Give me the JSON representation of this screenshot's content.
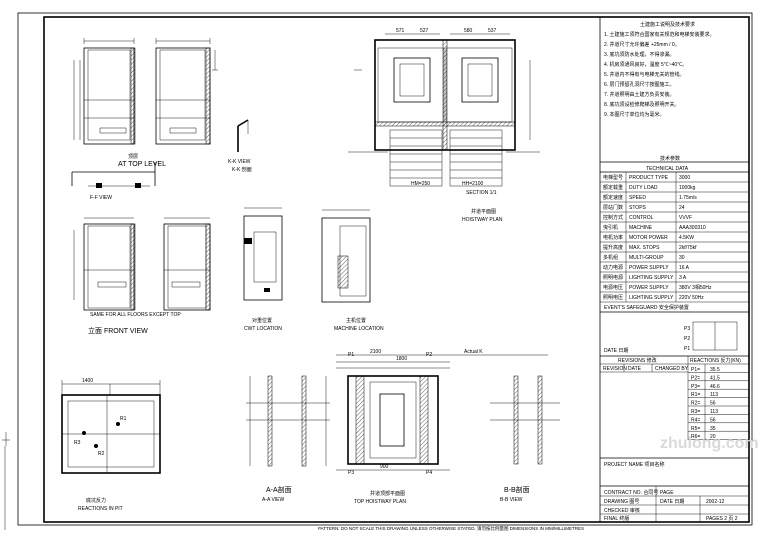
{
  "views": {
    "at_top_level": "AT TOP LEVEL",
    "kk_view": "K-K VIEW",
    "kk_cn": "K-K 剖面",
    "ff_view": "F-F VIEW",
    "front_view": "立面 FRONT VIEW",
    "front_note": "SAME FOR ALL FLOORS EXCEPT TOP",
    "cwt_location": "CWT LOCATION",
    "cwt_cn": "对重位置",
    "machine_location": "MACHINE LOCATION",
    "machine_cn": "主机位置",
    "hoistway_plan": "HOISTWAY PLAN",
    "hoistway_cn": "井道平面图",
    "reactions_pit": "REACTIONS IN PIT",
    "reactions_pit_cn": "底坑反力",
    "aa_view": "A-A VIEW",
    "aa_cn": "A-A剖面",
    "top_hoistway_plan": "TOP HOISTWAY PLAN",
    "top_hoistway_cn": "井道顶部平面图",
    "bb_view": "B-B VIEW",
    "bb_cn": "B-B剖面",
    "shaft_section": "SECTION 1/1",
    "hoist_hm": "HM=250",
    "hoist_hh": "HH=2100"
  },
  "dimensions": {
    "d1": "571",
    "d2": "527",
    "d3": "580",
    "d4": "537",
    "d5": "2100",
    "d6": "1800",
    "d7": "900",
    "pit": "1400",
    "actual_k": "Actual K",
    "r1": "R1",
    "r2": "R2",
    "r3": "R3",
    "p1": "P1",
    "p2": "P2",
    "p3": "P3",
    "p4": "P4"
  },
  "notes": {
    "title": "土建施工说明及技术要求",
    "line_1": "1. 土建施工须符合国家有关规范和电梯安装要求。",
    "line_2": "2. 井道尺寸允许偏差 +25mm / 0。",
    "line_3": "3. 底坑须防水处理，不得渗漏。",
    "line_4": "4. 机房须通风良好，温度 5℃~40℃。",
    "line_5": "5. 井道内不得有与电梯无关的管线。",
    "line_6": "6. 层门预留孔洞尺寸按图施工。",
    "line_7": "7. 井道照明由土建方负责安装。",
    "line_8": "8. 底坑须设检修爬梯及照明开关。",
    "line_9": "9. 本图尺寸单位均为毫米。"
  },
  "spec_table": {
    "title": "技术参数",
    "title_en": "TECHNICAL DATA",
    "rows": [
      {
        "cn": "电梯型号",
        "en": "PRODUCT TYPE",
        "val": "3000"
      },
      {
        "cn": "额定载重",
        "en": "DUTY LOAD",
        "val": "1000kg"
      },
      {
        "cn": "额定速度",
        "en": "SPEED",
        "val": "1.75m/s"
      },
      {
        "cn": "层站门数",
        "en": "STOPS",
        "val": "24"
      },
      {
        "cn": "控制方式",
        "en": "CONTROL",
        "val": "VVVF"
      },
      {
        "cn": "曳引机",
        "en": "MACHINE",
        "val": "AAA300310"
      },
      {
        "cn": "电机功率",
        "en": "MOTOR POWER",
        "val": "4.5KW"
      },
      {
        "cn": "提升高度",
        "en": "MAX. STOPS",
        "val": "2kf/75kf"
      },
      {
        "cn": "多机组",
        "en": "MULTI-GROUP",
        "val": "30"
      },
      {
        "cn": "动力电源",
        "en": "POWER SUPPLY",
        "val": "16 A"
      },
      {
        "cn": "照明电源",
        "en": "LIGHTING SUPPLY",
        "val": "3 A"
      },
      {
        "cn": "电源电压",
        "en": "POWER SUPPLY",
        "val": "380V 3相50Hz"
      },
      {
        "cn": "照明电压",
        "en": "LIGHTING SUPPLY",
        "val": "220V 50Hz"
      }
    ],
    "footnote": "EVENT'S SAFEGUARD 安全保护装置"
  },
  "reactions": {
    "header_a": "REVISIONS 修改",
    "header_b": "REACTIONS 反力(KN)",
    "date_label": "DATE 日期",
    "cols": [
      "REVISION",
      "DATE",
      "CHANGED BY"
    ],
    "rows": [
      {
        "k": "P1=",
        "v": "35.5"
      },
      {
        "k": "P2=",
        "v": "41.5"
      },
      {
        "k": "P3=",
        "v": "46.6"
      },
      {
        "k": "R1=",
        "v": "113"
      },
      {
        "k": "R2=",
        "v": "56"
      },
      {
        "k": "R3=",
        "v": "113"
      },
      {
        "k": "R4=",
        "v": "56"
      },
      {
        "k": "R5=",
        "v": "35"
      },
      {
        "k": "R6=",
        "v": "20"
      }
    ]
  },
  "title_block": {
    "project_name": "PROJECT NAME 项目名称",
    "contract_no": "CONTRACT NO. 合同号",
    "page": "PAGE",
    "drawing_no": "DRAWING 图号",
    "checked_by": "CHECKED 审核",
    "date": "DATE 日期",
    "date_val": "2002-12",
    "final": "FINAL 终版",
    "pages": "PAGES 2 页 2",
    "footer": "PATTERN: DO NOT SCALE THIS DRAWING UNLESS OTHERWISE STATED, 请勿按比例量图 DIMENSIONS IN MM/MILLIMETRES"
  },
  "watermark": "zhulong.com"
}
